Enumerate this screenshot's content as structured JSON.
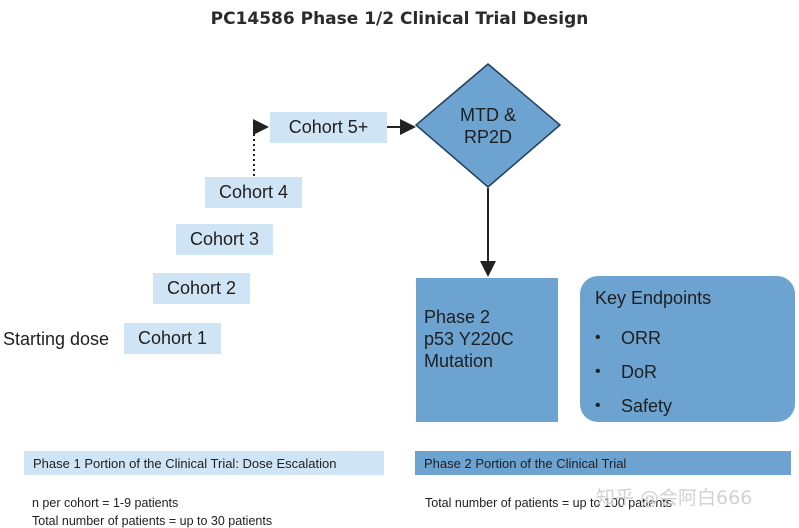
{
  "title": "PC14586 Phase 1/2 Clinical Trial Design",
  "cohorts": [
    {
      "label": "Cohort 5+"
    },
    {
      "label": "Cohort 4"
    },
    {
      "label": "Cohort 3"
    },
    {
      "label": "Cohort 2"
    },
    {
      "label": "Cohort 1"
    }
  ],
  "starting_dose_label": "Starting dose",
  "decision": {
    "line1": "MTD &",
    "line2": "RP2D"
  },
  "phase2_box": {
    "line1": "Phase 2",
    "line2": "p53 Y220C",
    "line3": "Mutation"
  },
  "endpoints": {
    "title": "Key Endpoints",
    "bullet": "•",
    "items": [
      {
        "label": "ORR"
      },
      {
        "label": "DoR"
      },
      {
        "label": "Safety"
      }
    ]
  },
  "phase_bands": {
    "phase1": "Phase 1 Portion of the Clinical Trial: Dose Escalation",
    "phase2": "Phase 2 Portion of the Clinical Trial"
  },
  "notes": {
    "phase1_per_cohort": "n per cohort = 1-9 patients",
    "phase1_total": "Total number of patients = up to 30 patients",
    "phase2_total": "Total number of patients = up to 100 patients"
  },
  "colors": {
    "light_blue": "#cfe4f5",
    "mid_blue": "#6ca3d1"
  },
  "watermark": "知乎 @会阿白666"
}
